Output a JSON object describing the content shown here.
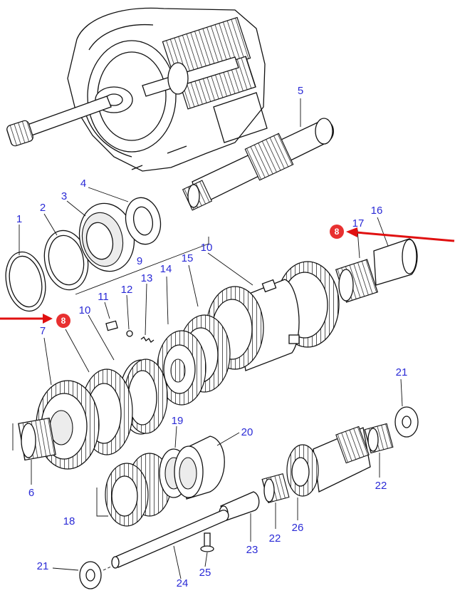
{
  "callouts": [
    {
      "id": "c1",
      "text": "1"
    },
    {
      "id": "c2",
      "text": "2"
    },
    {
      "id": "c3",
      "text": "3"
    },
    {
      "id": "c4",
      "text": "4"
    },
    {
      "id": "c5",
      "text": "5"
    },
    {
      "id": "c6",
      "text": "6"
    },
    {
      "id": "c7",
      "text": "7"
    },
    {
      "id": "c9",
      "text": "9"
    },
    {
      "id": "c10a",
      "text": "10"
    },
    {
      "id": "c10b",
      "text": "10"
    },
    {
      "id": "c11",
      "text": "11"
    },
    {
      "id": "c12",
      "text": "12"
    },
    {
      "id": "c13",
      "text": "13"
    },
    {
      "id": "c14",
      "text": "14"
    },
    {
      "id": "c15",
      "text": "15"
    },
    {
      "id": "c16",
      "text": "16"
    },
    {
      "id": "c17",
      "text": "17"
    },
    {
      "id": "c18",
      "text": "18"
    },
    {
      "id": "c19",
      "text": "19"
    },
    {
      "id": "c20",
      "text": "20"
    },
    {
      "id": "c21a",
      "text": "21"
    },
    {
      "id": "c21b",
      "text": "21"
    },
    {
      "id": "c22a",
      "text": "22"
    },
    {
      "id": "c22b",
      "text": "22"
    },
    {
      "id": "c23",
      "text": "23"
    },
    {
      "id": "c24",
      "text": "24"
    },
    {
      "id": "c25",
      "text": "25"
    },
    {
      "id": "c26",
      "text": "26"
    }
  ],
  "highlights": [
    {
      "id": "h_left",
      "text": "8"
    },
    {
      "id": "h_right",
      "text": "8"
    }
  ],
  "colors": {
    "callout_text": "#2a2ad6",
    "highlight_badge": "#e83030",
    "highlight_arrow": "#e01010",
    "line_art": "#111111"
  }
}
